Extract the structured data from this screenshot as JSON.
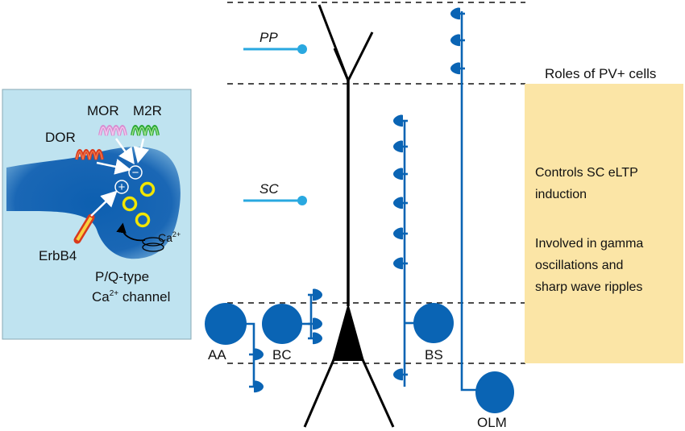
{
  "inset": {
    "receptors": {
      "dor": "DOR",
      "mor": "MOR",
      "m2r": "M2R",
      "erbb4": "ErbB4"
    },
    "signs": {
      "minus": "−",
      "plus": "+"
    },
    "calcium_base": "Ca",
    "calcium_sup": "2+",
    "channel_line1": "P/Q-type",
    "channel_line2_base": "Ca",
    "channel_line2_sup": "2+",
    "channel_line2_rest": " channel"
  },
  "inputs": {
    "pp": "PP",
    "sc": "SC"
  },
  "cells": {
    "aa": "AA",
    "bc": "BC",
    "bs": "BS",
    "olm": "OLM"
  },
  "roles": {
    "title": "Roles of  PV+ cells",
    "item1_line1": "Controls SC eLTP",
    "item1_line2": "induction",
    "item2_line1": "Involved in gamma",
    "item2_line2": "oscillations and",
    "item2_line3": "sharp wave ripples"
  },
  "colors": {
    "cell_blue": "#0a64b4",
    "input_cyan": "#29a8e0",
    "inset_bg": "#bfe3f0",
    "roles_bg": "#fbe5a6",
    "yellow_ring": "#f2e600"
  }
}
